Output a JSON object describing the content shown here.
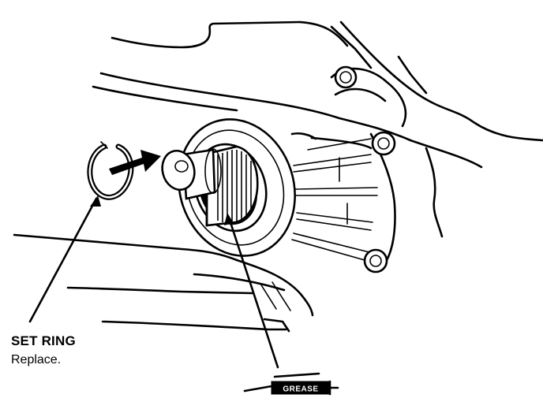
{
  "callout": {
    "part_name": "SET RING",
    "instruction": "Replace."
  },
  "grease_tag": "GREASE"
}
